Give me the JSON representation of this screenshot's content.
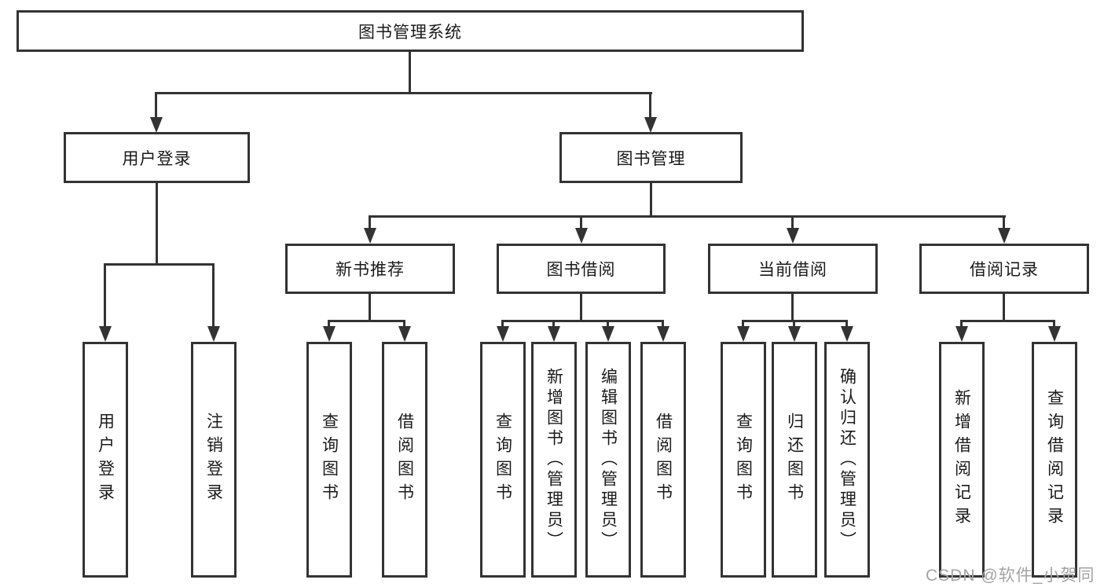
{
  "root": {
    "label": "图书管理系统"
  },
  "branches": [
    {
      "label": "用户登录",
      "children": [
        {
          "label": "用户登录"
        },
        {
          "label": "注销登录"
        }
      ]
    },
    {
      "label": "图书管理",
      "children": [
        {
          "label": "新书推荐",
          "children": [
            {
              "label": "查询图书"
            },
            {
              "label": "借阅图书"
            }
          ]
        },
        {
          "label": "图书借阅",
          "children": [
            {
              "label": "查询图书"
            },
            {
              "label": "新增图书（管理员）"
            },
            {
              "label": "编辑图书（管理员）"
            },
            {
              "label": "借阅图书"
            }
          ]
        },
        {
          "label": "当前借阅",
          "children": [
            {
              "label": "查询图书"
            },
            {
              "label": "归还图书"
            },
            {
              "label": "确认归还（管理员）"
            }
          ]
        },
        {
          "label": "借阅记录",
          "children": [
            {
              "label": "新增借阅记录"
            },
            {
              "label": "查询借阅记录"
            }
          ]
        }
      ]
    }
  ],
  "watermark": {
    "text": "CSDN @软件_小贺同学"
  },
  "colors": {
    "line": "#333333",
    "text": "#1a1a1a",
    "watermark": "#a3a3a3"
  }
}
